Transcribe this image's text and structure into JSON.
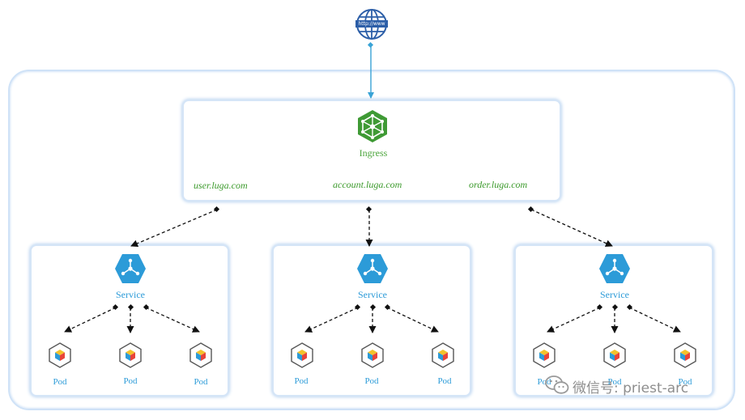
{
  "internet": {
    "label": "http://www"
  },
  "ingress": {
    "label": "Ingress",
    "hosts": [
      "user.luga.com",
      "account.luga.com",
      "order.luga.com"
    ]
  },
  "services": [
    {
      "label": "Service",
      "pods": [
        "Pod",
        "Pod",
        "Pod"
      ]
    },
    {
      "label": "Service",
      "pods": [
        "Pod",
        "Pod",
        "Pod"
      ]
    },
    {
      "label": "Service",
      "pods": [
        "Pod",
        "Pod",
        "Pod"
      ]
    }
  ],
  "watermark": {
    "text": "微信号: priest-arc"
  },
  "colors": {
    "ingress_green": "#3f9a35",
    "service_blue": "#2c9bd8",
    "arrow_blue": "#39a3d6",
    "box_border": "#cfe2f7"
  }
}
